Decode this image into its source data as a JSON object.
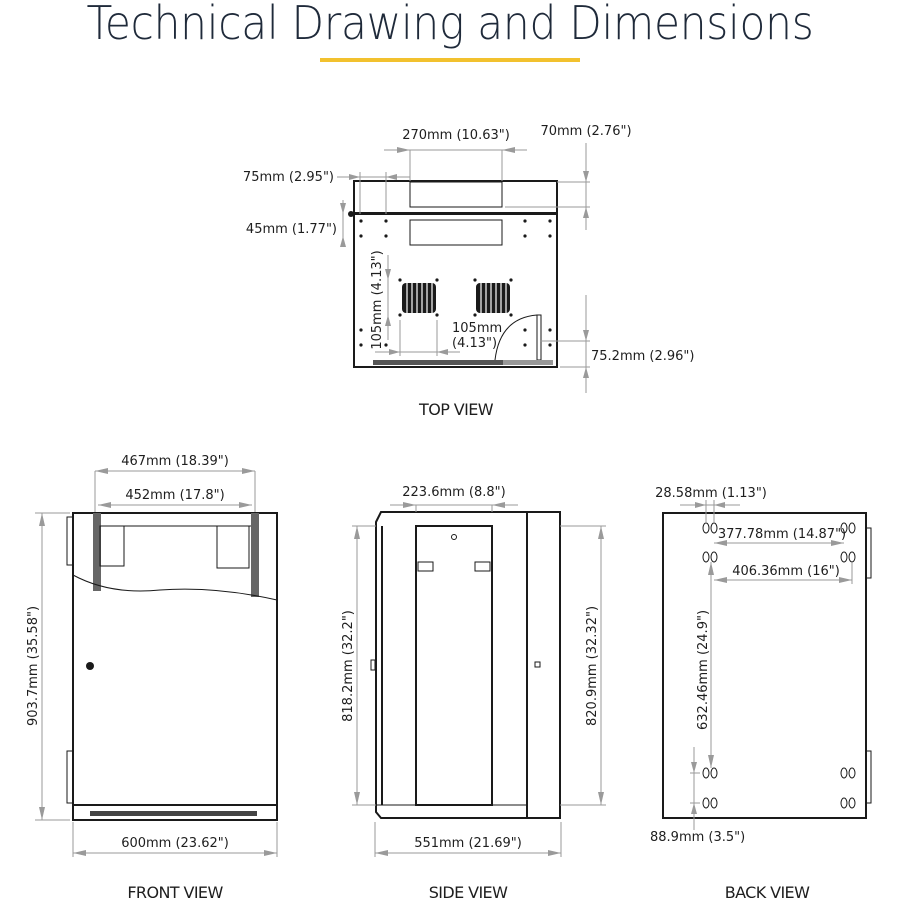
{
  "header": {
    "title": "Technical Drawing and Dimensions",
    "accent_color": "#f2c12e",
    "title_color": "#1f2a3a"
  },
  "views": {
    "top": {
      "label": "TOP VIEW",
      "dims": {
        "d270": "270mm (10.63\")",
        "d70": "70mm (2.76\")",
        "d75": "75mm (2.95\")",
        "d45": "45mm (1.77\")",
        "d105v": "105mm (4.13\")",
        "d105h_1": "105mm",
        "d105h_2": "(4.13\")",
        "d75_2": "75.2mm (2.96\")"
      }
    },
    "front": {
      "label": "FRONT VIEW",
      "dims": {
        "d467": "467mm (18.39\")",
        "d452": "452mm (17.8\")",
        "d903": "903.7mm (35.58\")",
        "d600": "600mm (23.62\")"
      }
    },
    "side": {
      "label": "SIDE VIEW",
      "dims": {
        "d223": "223.6mm (8.8\")",
        "d818": "818.2mm (32.2\")",
        "d820": "820.9mm (32.32\")",
        "d551": "551mm (21.69\")"
      }
    },
    "back": {
      "label": "BACK VIEW",
      "dims": {
        "d28": "28.58mm (1.13\")",
        "d377": "377.78mm (14.87\")",
        "d406": "406.36mm (16\")",
        "d632": "632.46mm (24.9\")",
        "d88": "88.9mm (3.5\")"
      }
    }
  }
}
